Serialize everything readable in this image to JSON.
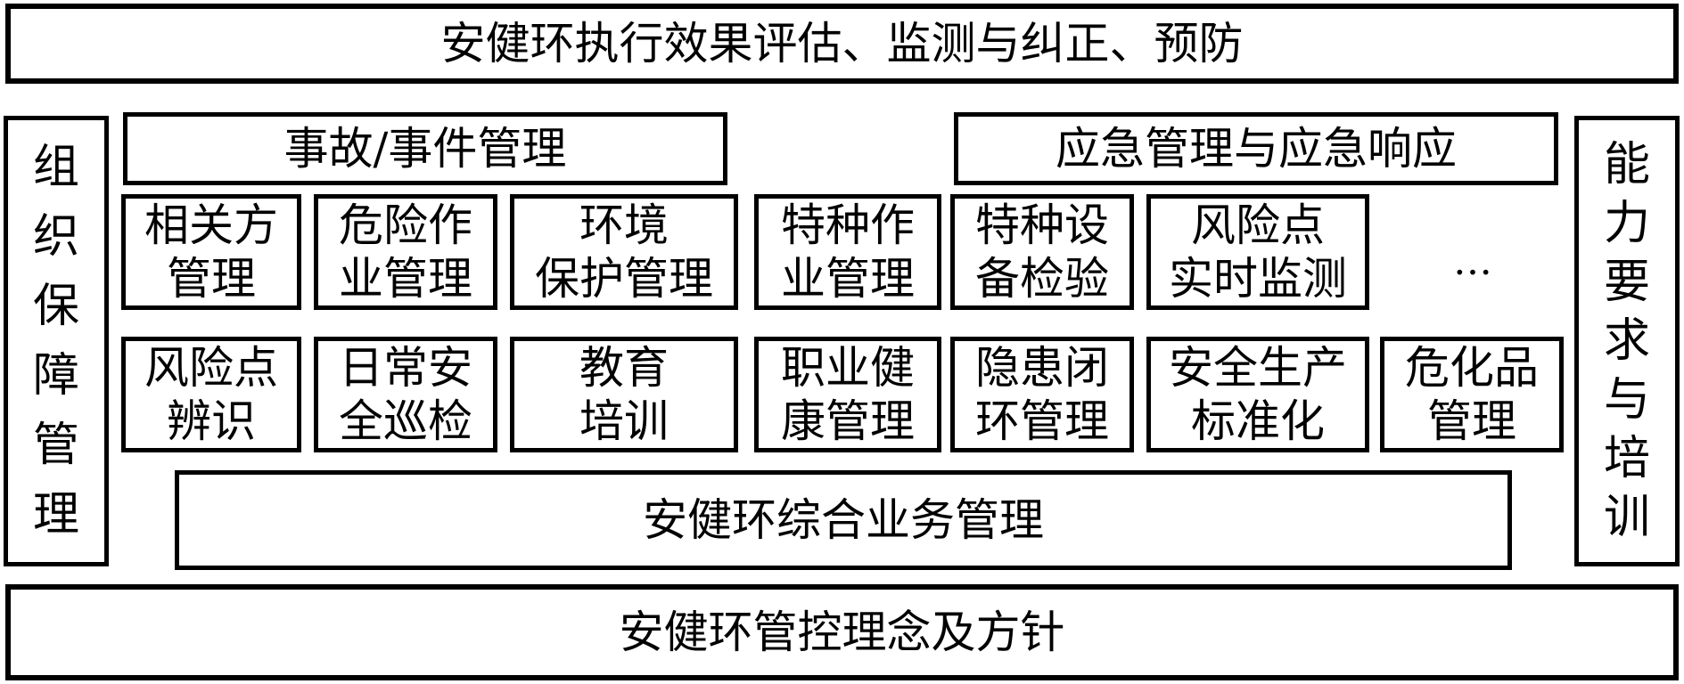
{
  "top_bar": {
    "label": "安健环执行效果评估、监测与纠正、预防"
  },
  "bottom_bar": {
    "label": "安健环管控理念及方针"
  },
  "left_column": {
    "chars": [
      "组",
      "织",
      "保",
      "障",
      "管",
      "理"
    ]
  },
  "right_column": {
    "chars": [
      "能",
      "力",
      "要",
      "求",
      "与",
      "培",
      "训"
    ]
  },
  "accident_box": {
    "label": "事故/事件管理"
  },
  "emergency_box": {
    "label": "应急管理与应急响应"
  },
  "row1": [
    {
      "lines": [
        "相关方",
        "管理"
      ]
    },
    {
      "lines": [
        "危险作",
        "业管理"
      ]
    },
    {
      "lines": [
        "环境",
        "保护管理"
      ]
    },
    {
      "lines": [
        "特种作",
        "业管理"
      ]
    },
    {
      "lines": [
        "特种设",
        "备检验"
      ]
    },
    {
      "lines": [
        "风险点",
        "实时监测"
      ]
    }
  ],
  "ellipsis": "…",
  "row2": [
    {
      "lines": [
        "风险点",
        "辨识"
      ]
    },
    {
      "lines": [
        "日常安",
        "全巡检"
      ]
    },
    {
      "lines": [
        "教育",
        "培训"
      ]
    },
    {
      "lines": [
        "职业健",
        "康管理"
      ]
    },
    {
      "lines": [
        "隐患闭",
        "环管理"
      ]
    },
    {
      "lines": [
        "安全生产",
        "标准化"
      ]
    },
    {
      "lines": [
        "危化品",
        "管理"
      ]
    }
  ],
  "integrated_box": {
    "label": "安健环综合业务管理"
  }
}
